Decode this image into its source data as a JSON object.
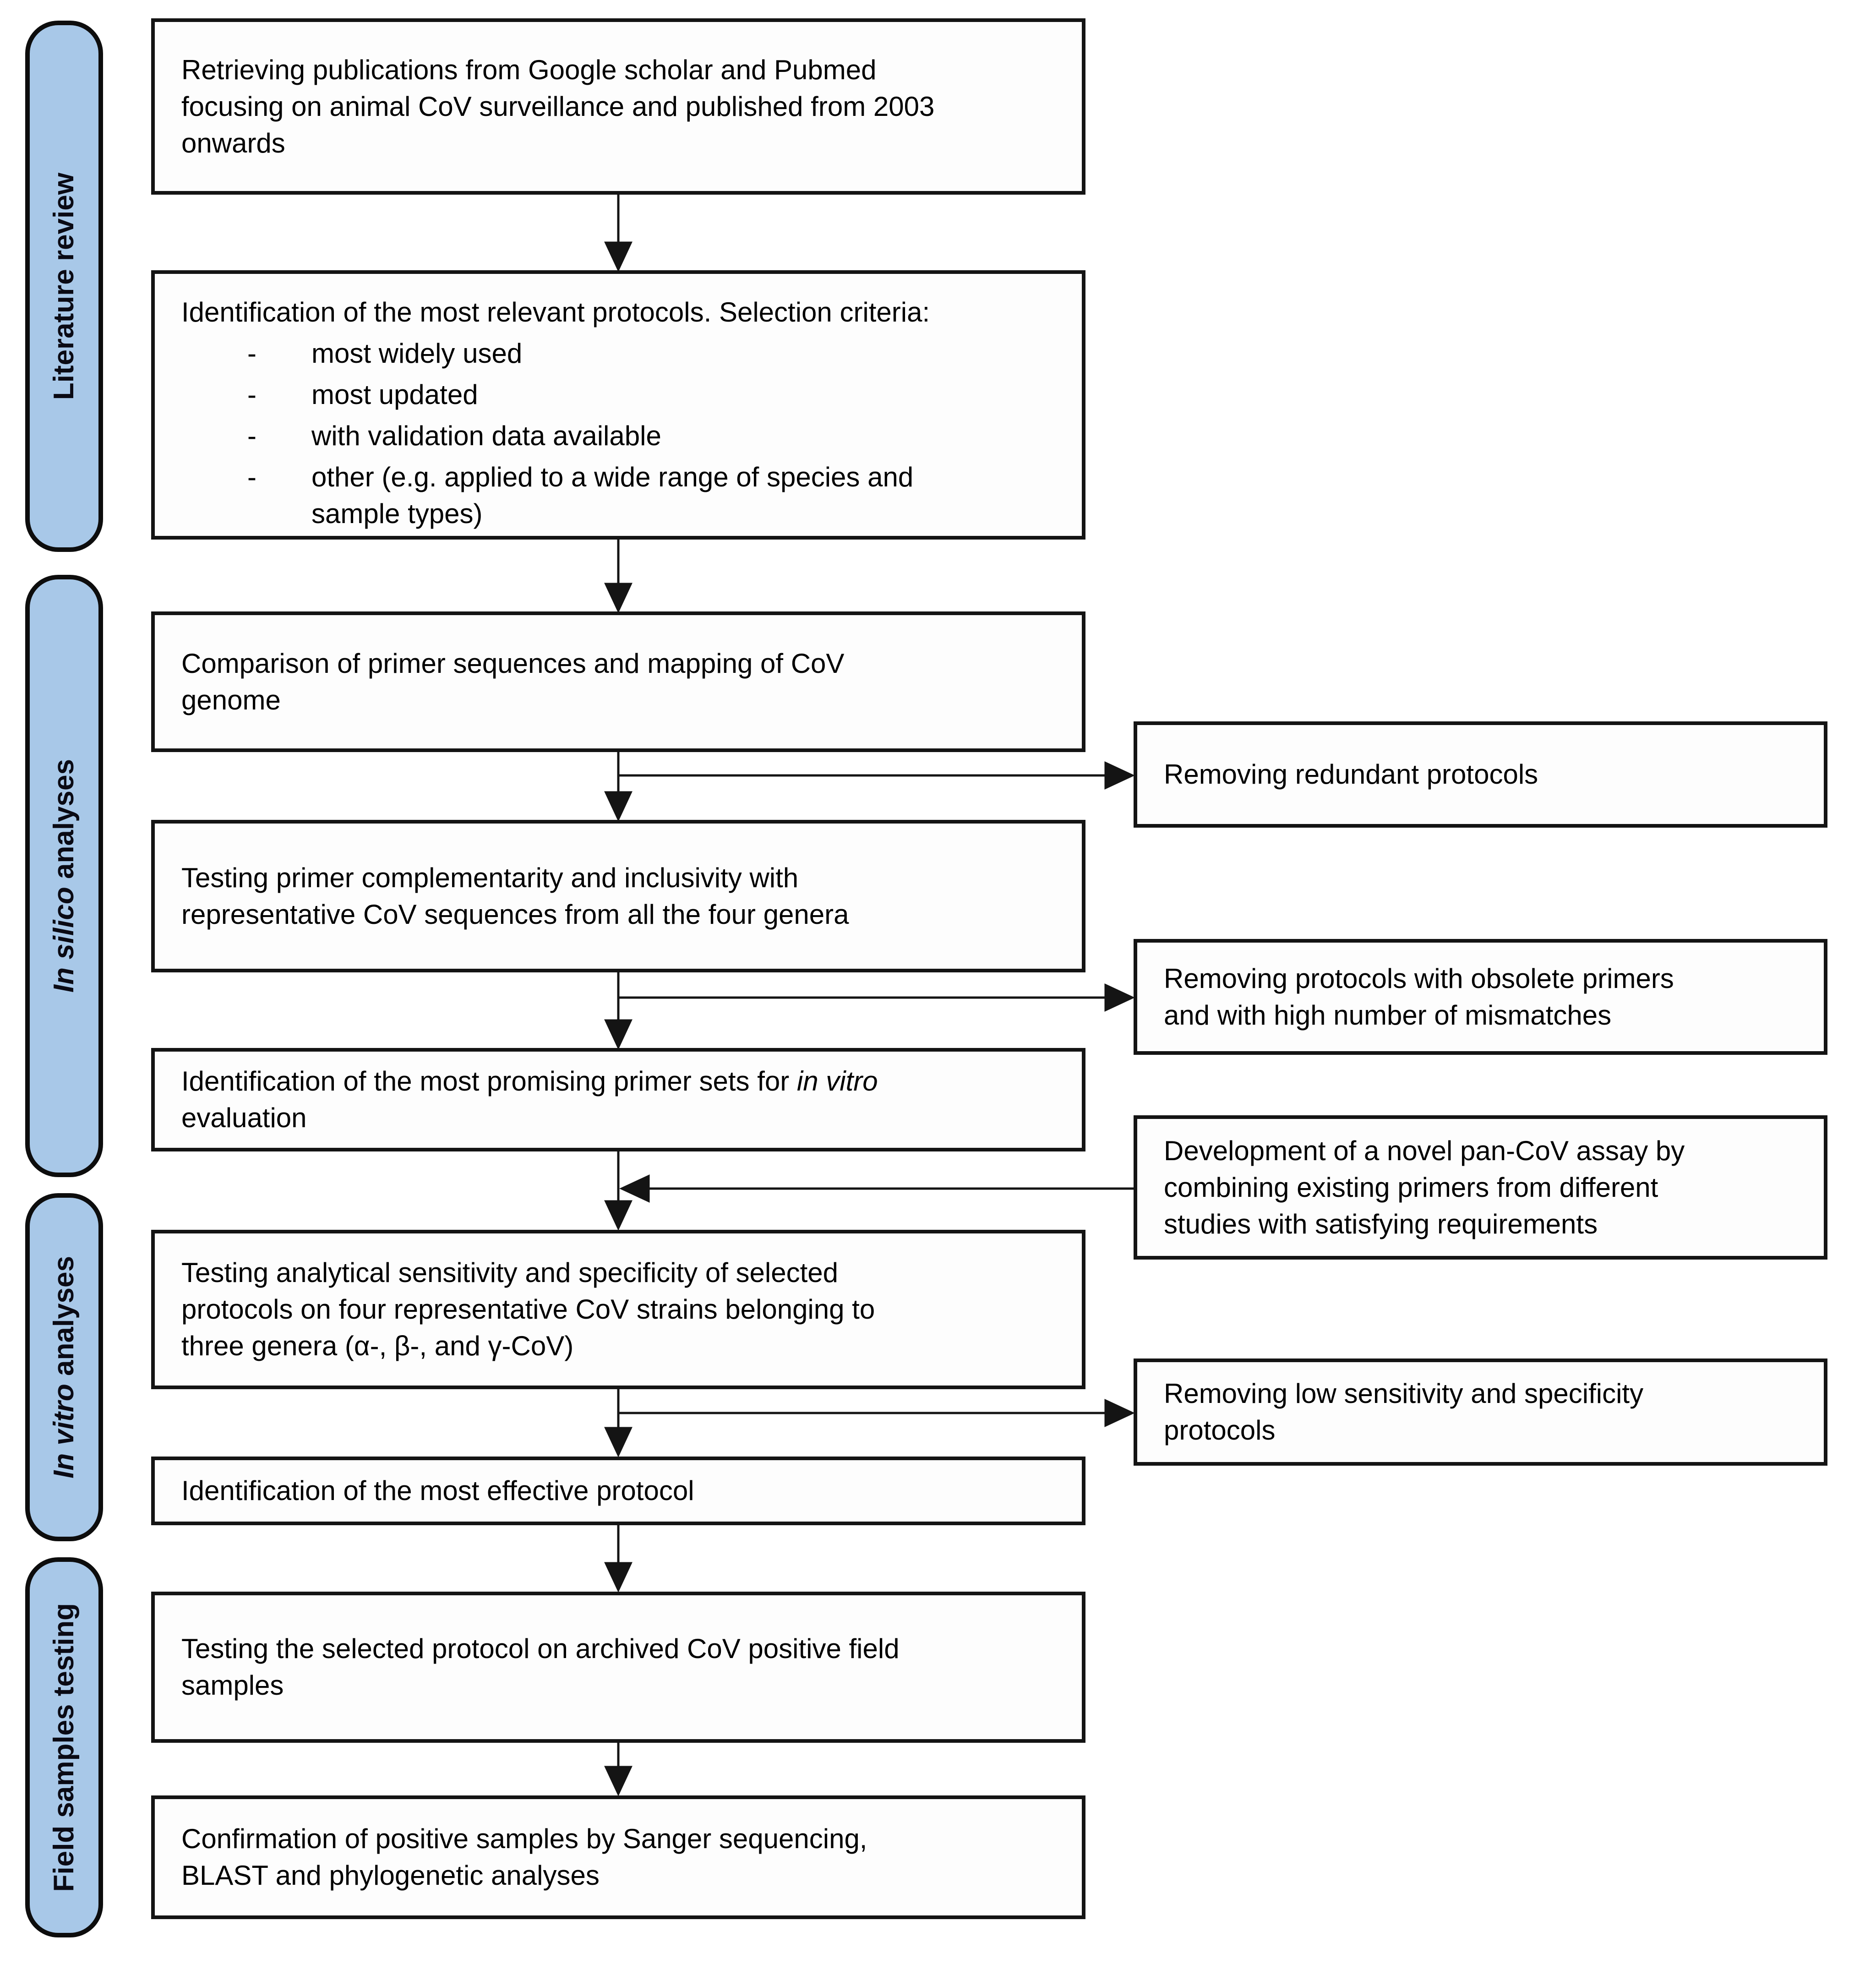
{
  "figure": {
    "background": "#ffffff",
    "accent_fill": "#a8c8e8",
    "line_color": "#141414"
  },
  "phases": [
    {
      "label": "Literature review"
    },
    {
      "label_italic": "In silico",
      "label_rest": " analyses"
    },
    {
      "label_italic": "In vitro",
      "label_rest": " analyses"
    },
    {
      "label": "Field samples testing"
    }
  ],
  "main_flow": {
    "box1": {
      "lines": [
        "Retrieving publications from Google scholar and Pubmed",
        "focusing on animal CoV surveillance and published from 2003",
        "onwards"
      ]
    },
    "box2": {
      "title": "Identification of the most relevant protocols. Selection criteria:",
      "bullet_char": "-",
      "items": [
        {
          "lines": [
            "most widely used"
          ]
        },
        {
          "lines": [
            "most updated"
          ]
        },
        {
          "lines": [
            "with validation data available"
          ]
        },
        {
          "lines": [
            "other (e.g. applied to a wide range of species and",
            "sample types)"
          ]
        }
      ]
    },
    "box3": {
      "lines": [
        "Comparison of primer sequences and mapping of CoV",
        "genome"
      ]
    },
    "box4": {
      "lines": [
        "Testing primer complementarity and inclusivity with",
        "representative CoV sequences from all the four genera"
      ]
    },
    "box5": {
      "line1_pre": "Identification of the most promising primer sets for ",
      "line1_italic": "in vitro",
      "line2": "evaluation"
    },
    "box6": {
      "lines": [
        "Testing analytical sensitivity and specificity of selected",
        "protocols on four representative CoV strains belonging to",
        "three genera (α-, β-, and γ-CoV)"
      ]
    },
    "box7": {
      "lines": [
        "Identification of the most effective protocol"
      ]
    },
    "box8": {
      "lines": [
        "Testing the selected protocol on archived CoV positive field",
        "samples"
      ]
    },
    "box9": {
      "lines": [
        "Confirmation of positive samples by Sanger sequencing,",
        "BLAST and phylogenetic analyses"
      ]
    }
  },
  "side_flow": {
    "box1": {
      "lines": [
        "Removing redundant protocols"
      ]
    },
    "box2": {
      "lines": [
        "Removing protocols with obsolete primers",
        "and with high number of mismatches"
      ]
    },
    "box3": {
      "lines": [
        "Development of a novel pan-CoV assay by",
        "combining existing primers from different",
        "studies with satisfying requirements"
      ]
    },
    "box4": {
      "lines": [
        "Removing low sensitivity and specificity",
        "protocols"
      ]
    }
  }
}
